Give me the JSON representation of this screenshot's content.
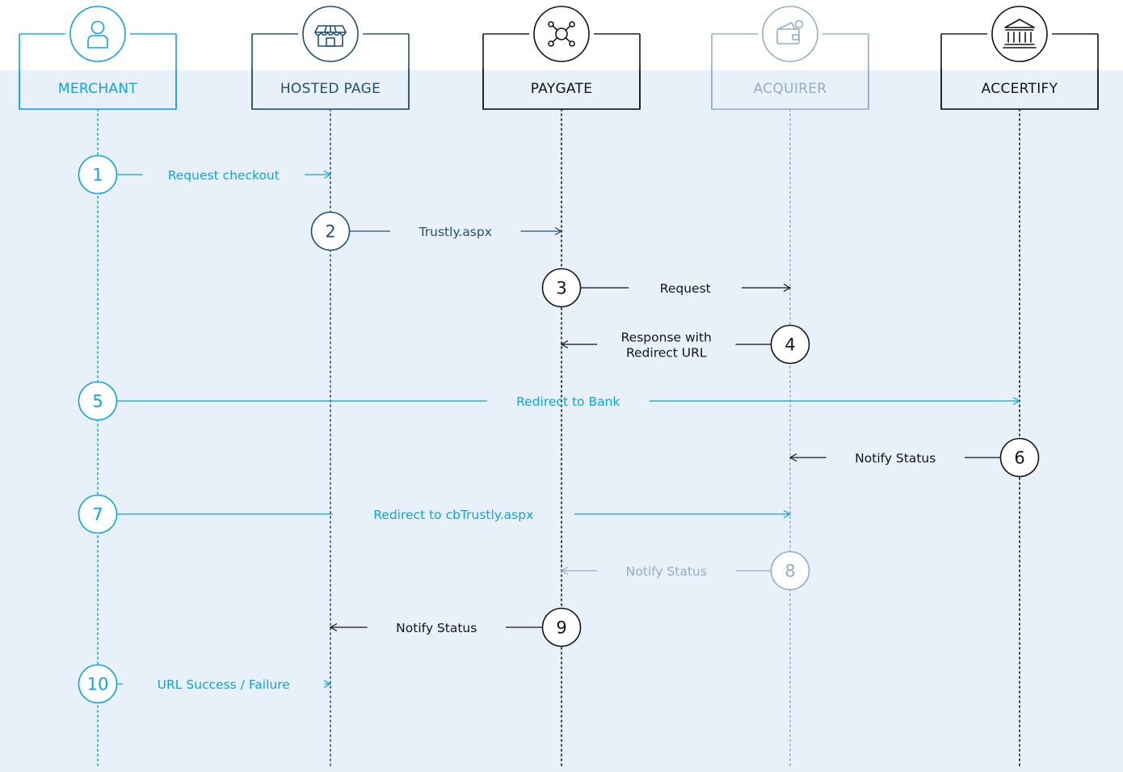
{
  "colors": {
    "background": "#ffffff",
    "band": "#e8f0f9",
    "merchant": "#0ea3e5",
    "hosted": "#1f4f74",
    "paygate": "#111418",
    "acquirer": "#93aec9",
    "accertify": "#111418"
  },
  "lanes": [
    {
      "id": "merchant",
      "label": "MERCHANT",
      "icon": "person-icon",
      "color": "#0ea3e5"
    },
    {
      "id": "hosted",
      "label": "HOSTED PAGE",
      "icon": "storefront-icon",
      "color": "#1f4f74"
    },
    {
      "id": "paygate",
      "label": "PAYGATE",
      "icon": "network-hub-icon",
      "color": "#111418"
    },
    {
      "id": "acquirer",
      "label": "ACQUIRER",
      "icon": "wallet-icon",
      "color": "#93aec9"
    },
    {
      "id": "accertify",
      "label": "ACCERTIFY",
      "icon": "bank-icon",
      "color": "#111418"
    }
  ],
  "steps": [
    {
      "number": "1",
      "from": "merchant",
      "to": "hosted",
      "circle": "from",
      "label": [
        "Request checkout"
      ],
      "color": "#0ea3e5"
    },
    {
      "number": "2",
      "from": "hosted",
      "to": "paygate",
      "circle": "from",
      "label": [
        "Trustly.aspx"
      ],
      "color": "#1f4f74"
    },
    {
      "number": "3",
      "from": "paygate",
      "to": "acquirer",
      "circle": "from",
      "label": [
        "Request"
      ],
      "color": "#111418"
    },
    {
      "number": "4",
      "from": "acquirer",
      "to": "paygate",
      "circle": "from",
      "label": [
        "Response with",
        "Redirect URL"
      ],
      "color": "#111418"
    },
    {
      "number": "5",
      "from": "merchant",
      "to": "accertify",
      "circle": "from",
      "label": [
        "Redirect to Bank"
      ],
      "color": "#0ea3e5"
    },
    {
      "number": "6",
      "from": "accertify",
      "to": "acquirer",
      "circle": "from",
      "label": [
        "Notify Status"
      ],
      "color": "#111418"
    },
    {
      "number": "7",
      "from": "merchant",
      "to": "acquirer",
      "circle": "from",
      "label": [
        "Redirect to cbTrustly.aspx"
      ],
      "color": "#0ea3e5"
    },
    {
      "number": "8",
      "from": "acquirer",
      "to": "paygate",
      "circle": "from",
      "label": [
        "Notify Status"
      ],
      "color": "#93aec9"
    },
    {
      "number": "9",
      "from": "paygate",
      "to": "hosted",
      "circle": "from",
      "label": [
        "Notify Status"
      ],
      "color": "#111418"
    },
    {
      "number": "10",
      "from": "merchant",
      "to": "hosted",
      "circle": "from",
      "label": [
        "URL Success / Failure"
      ],
      "color": "#0ea3e5"
    }
  ]
}
